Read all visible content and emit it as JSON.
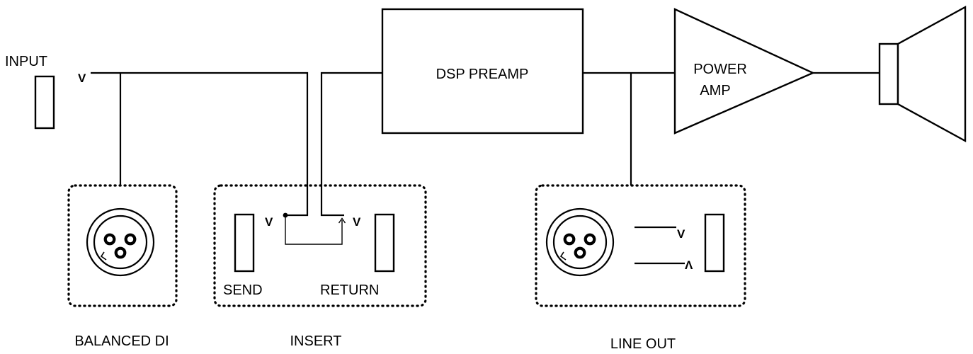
{
  "labels": {
    "input": "INPUT",
    "dsp_line1": "DSP PREAMP",
    "power_line1": "POWER",
    "power_line2": "AMP",
    "send": "SEND",
    "return": "RETURN",
    "balanced_di": "BALANCED DI",
    "insert": "INSERT",
    "line_out": "LINE OUT"
  },
  "glyphs": {
    "tip_down": "V",
    "tip_up": "Λ"
  },
  "icons": {
    "input_jack": "jack-socket-icon",
    "send_jack": "jack-socket-icon",
    "return_jack": "jack-socket-icon",
    "line_out_jack": "jack-socket-icon",
    "balanced_di_xlr": "xlr-connector-icon",
    "line_out_xlr": "xlr-connector-icon",
    "power_amp": "amplifier-triangle-icon",
    "speaker": "speaker-icon"
  }
}
